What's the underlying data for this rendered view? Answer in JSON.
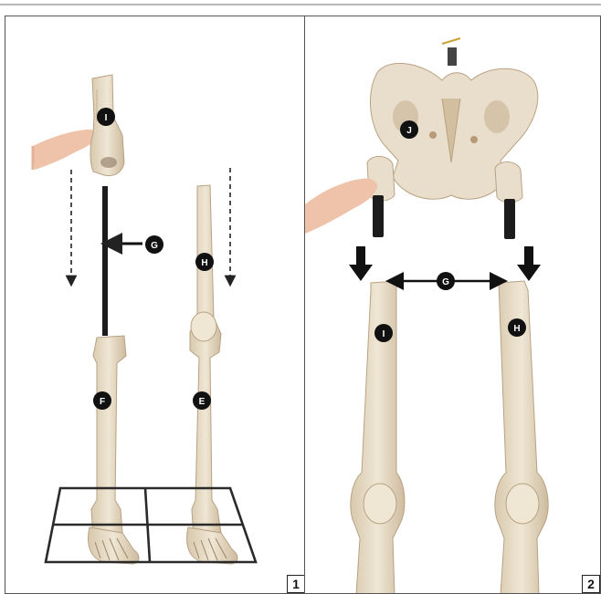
{
  "panels": [
    {
      "step": "1",
      "labels": {
        "i": "I",
        "g": "G",
        "h": "H",
        "f": "F",
        "e": "E"
      }
    },
    {
      "step": "2",
      "labels": {
        "j": "J",
        "g": "G",
        "i": "I",
        "h": "H"
      }
    }
  ],
  "colors": {
    "bone": "#e8dcc8",
    "bone_shade": "#c9b89c",
    "stain": "#b89a78",
    "rod": "#1c1c1c",
    "frame": "#2a2a2a",
    "label_bg": "#111111",
    "skin": "#f0c2a8"
  }
}
